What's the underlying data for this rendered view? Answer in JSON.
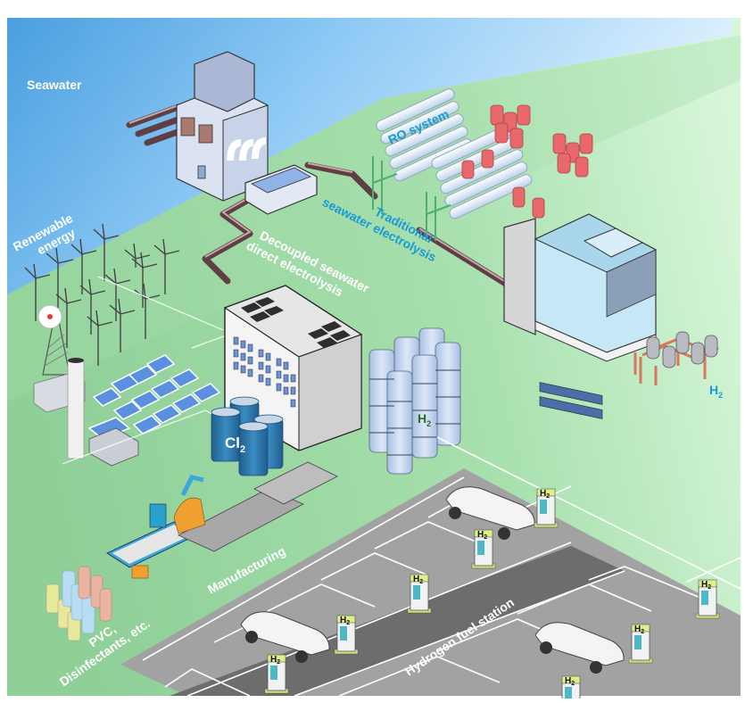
{
  "colors": {
    "sea_dark": "#4a9fe0",
    "sea_light": "#9fd0f6",
    "land": "#98d39f",
    "land_light": "#d6f5d6",
    "pavement": "#9a9a9a",
    "road": "#6e6e6e",
    "label_white": "#ffffff",
    "label_blue": "#1a9ad6",
    "h2_green": "#2f6b1c",
    "cl2_tank": "#2a74a8",
    "h2_tank": "#b7cbe8",
    "pipe": "#6a4a4e",
    "ro_tank": "#e8686c",
    "dispenser_top": "#dff08a"
  },
  "labels": {
    "seawater": "Seawater",
    "renewable_energy_line1": "Renewable",
    "renewable_energy_line2": "energy",
    "ro_system": "RO system",
    "traditional_line1": "Traditional",
    "traditional_line2": "seawater electrolysis",
    "decoupled_line1": "Decoupled seawater",
    "decoupled_line2": "direct electrolysis",
    "cl2": "Cl",
    "cl2_sub": "2",
    "h2": "H",
    "h2_sub": "2",
    "h2_tanks": "H",
    "h2_tanks_sub": "2",
    "manufacturing": "Manufacturing",
    "pvc_line1": "PVC,",
    "pvc_line2": "Disinfectants, etc.",
    "hydrogen_fuel_station": "Hydrogen fuel station",
    "dispenser_label": "H",
    "dispenser_sub": "2"
  },
  "components": [
    {
      "id": "intake-plant",
      "name": "Seawater intake plant"
    },
    {
      "id": "pretreatment-basin",
      "name": "Pretreatment basin"
    },
    {
      "id": "ro-system",
      "name": "RO system"
    },
    {
      "id": "electrolysis-plant-traditional",
      "name": "Traditional electrolysis plant"
    },
    {
      "id": "h2-compressor-units",
      "name": "H2 output units"
    },
    {
      "id": "wind-turbines",
      "name": "Wind turbines"
    },
    {
      "id": "solar-panels",
      "name": "Solar panels"
    },
    {
      "id": "decoupled-electrolysis-building",
      "name": "Decoupled electrolysis building"
    },
    {
      "id": "cl2-tanks",
      "name": "Cl2 storage tanks"
    },
    {
      "id": "h2-tanks",
      "name": "H2 storage tanks"
    },
    {
      "id": "manufacturing-line",
      "name": "Manufacturing line"
    },
    {
      "id": "products",
      "name": "PVC, disinfectant bottles"
    },
    {
      "id": "fuel-station",
      "name": "Hydrogen fuel station"
    }
  ]
}
